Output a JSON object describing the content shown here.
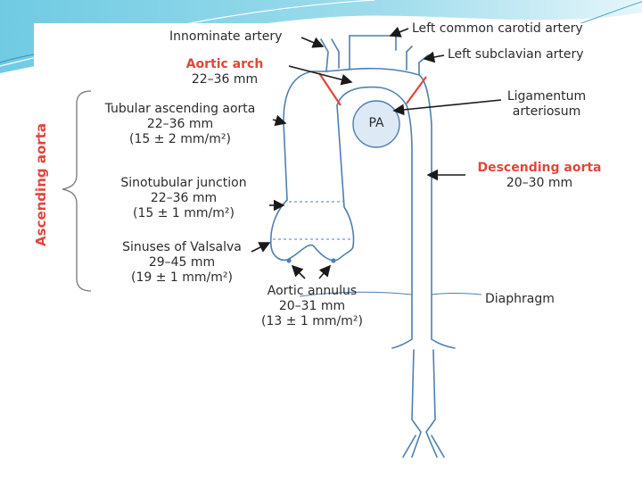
{
  "labels": {
    "innominate": "Innominate artery",
    "left_carotid": "Left common carotid artery",
    "left_subclavian": "Left subclavian artery",
    "aortic_arch": "Aortic arch",
    "aortic_arch_size": "22–36 mm",
    "tubular": "Tubular ascending  aorta",
    "tubular_size": "22–36 mm",
    "tubular_index": "(15 ± 2 mm/m²)",
    "sinotubular": "Sinotubular junction",
    "sinotubular_size": "22–36 mm",
    "sinotubular_index": "(15 ± 1 mm/m²)",
    "sinuses": "Sinuses of Valsalva",
    "sinuses_size": "29–45 mm",
    "sinuses_index": "(19 ± 1 mm/m²)",
    "annulus": "Aortic annulus",
    "annulus_size": "20–31 mm",
    "annulus_index": "(13 ± 1 mm/m²)",
    "ligamentum_1": "Ligamentum",
    "ligamentum_2": "arteriosum",
    "pa": "PA",
    "descending": "Descending  aorta",
    "descending_size": "20–30 mm",
    "diaphragm": "Diaphragm",
    "ascending_side": "Ascending aorta"
  },
  "colors": {
    "vessel": "#4f7fb0",
    "accent_red": "#e0473b",
    "pa_fill": "#dde9f5",
    "slide_teal": "#5fc0dc"
  }
}
